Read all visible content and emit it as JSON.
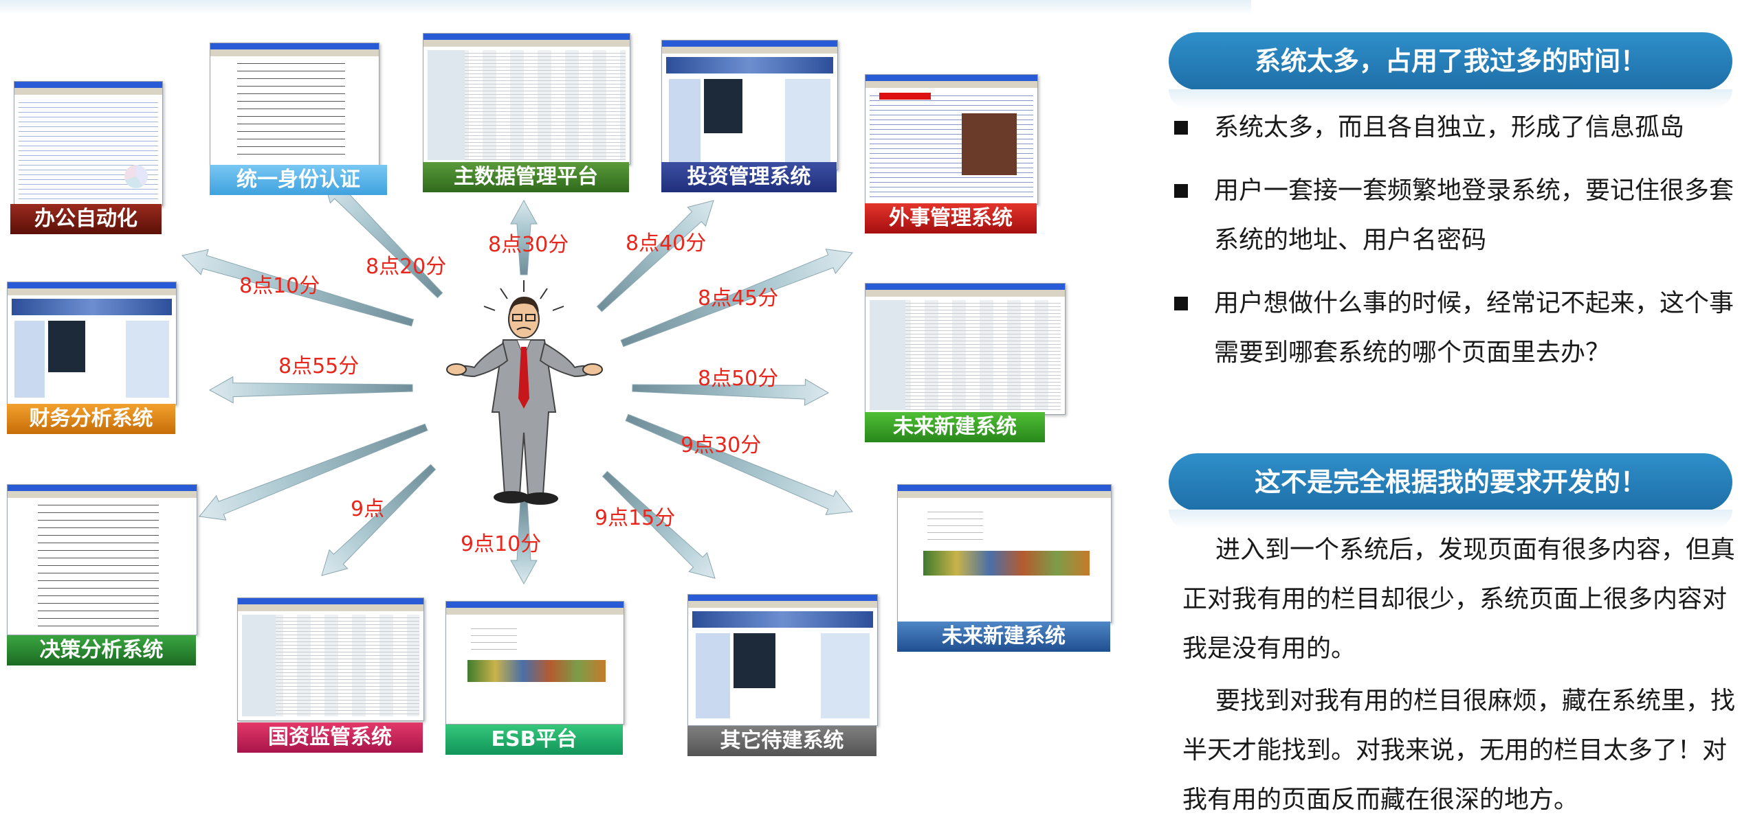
{
  "diagram": {
    "center_figure": "businessman-shrugging",
    "systems": [
      {
        "label": "办公自动化",
        "shot": "chart",
        "color": "c-darkred"
      },
      {
        "label": "统一身份认证",
        "shot": "doc",
        "color": "c-sky"
      },
      {
        "label": "主数据管理平台",
        "shot": "grid",
        "color": "c-green"
      },
      {
        "label": "投资管理系统",
        "shot": "portal",
        "color": "c-navy"
      },
      {
        "label": "外事管理系统",
        "shot": "yahoo",
        "color": "c-red"
      },
      {
        "label": "财务分析系统",
        "shot": "portal",
        "color": "c-orange"
      },
      {
        "label": "未来新建系统",
        "shot": "grid",
        "color": "c-brightgreen"
      },
      {
        "label": "未来新建系统",
        "shot": "imgs",
        "color": "c-blue"
      },
      {
        "label": "决策分析系统",
        "shot": "doc",
        "color": "c-lime"
      },
      {
        "label": "国资监管系统",
        "shot": "grid",
        "color": "c-crimson"
      },
      {
        "label": "ESB平台",
        "shot": "imgs",
        "color": "c-teal"
      },
      {
        "label": "其它待建系统",
        "shot": "portal",
        "color": "c-gray"
      }
    ],
    "times": [
      "8点10分",
      "8点20分",
      "8点30分",
      "8点40分",
      "8点45分",
      "8点50分",
      "9点30分",
      "9点15分",
      "9点10分",
      "9点",
      "8点55分"
    ]
  },
  "panel": {
    "heading1": "系统太多，占用了我过多的时间！",
    "bullets": [
      "系统太多，而且各自独立，形成了信息孤岛",
      "用户一套接一套频繁地登录系统，要记住很多套系统的地址、用户名密码",
      "用户想做什么事的时候，经常记不起来，这个事需要到哪套系统的哪个页面里去办？"
    ],
    "heading2": "这不是完全根据我的要求开发的！",
    "paragraphs": [
      "进入到一个系统后，发现页面有很多内容，但真正对我有用的栏目却很少，系统页面上很多内容对我是没有用的。",
      "要找到对我有用的栏目很麻烦，藏在系统里，找半天才能找到。对我来说，无用的栏目太多了！对我有用的页面反而藏在很深的地方。"
    ]
  },
  "colors": {
    "arrow": "#7ea6b4",
    "time_text": "#e8261c",
    "heading_bg": "#1e6fa8",
    "bullet": "#111111"
  }
}
